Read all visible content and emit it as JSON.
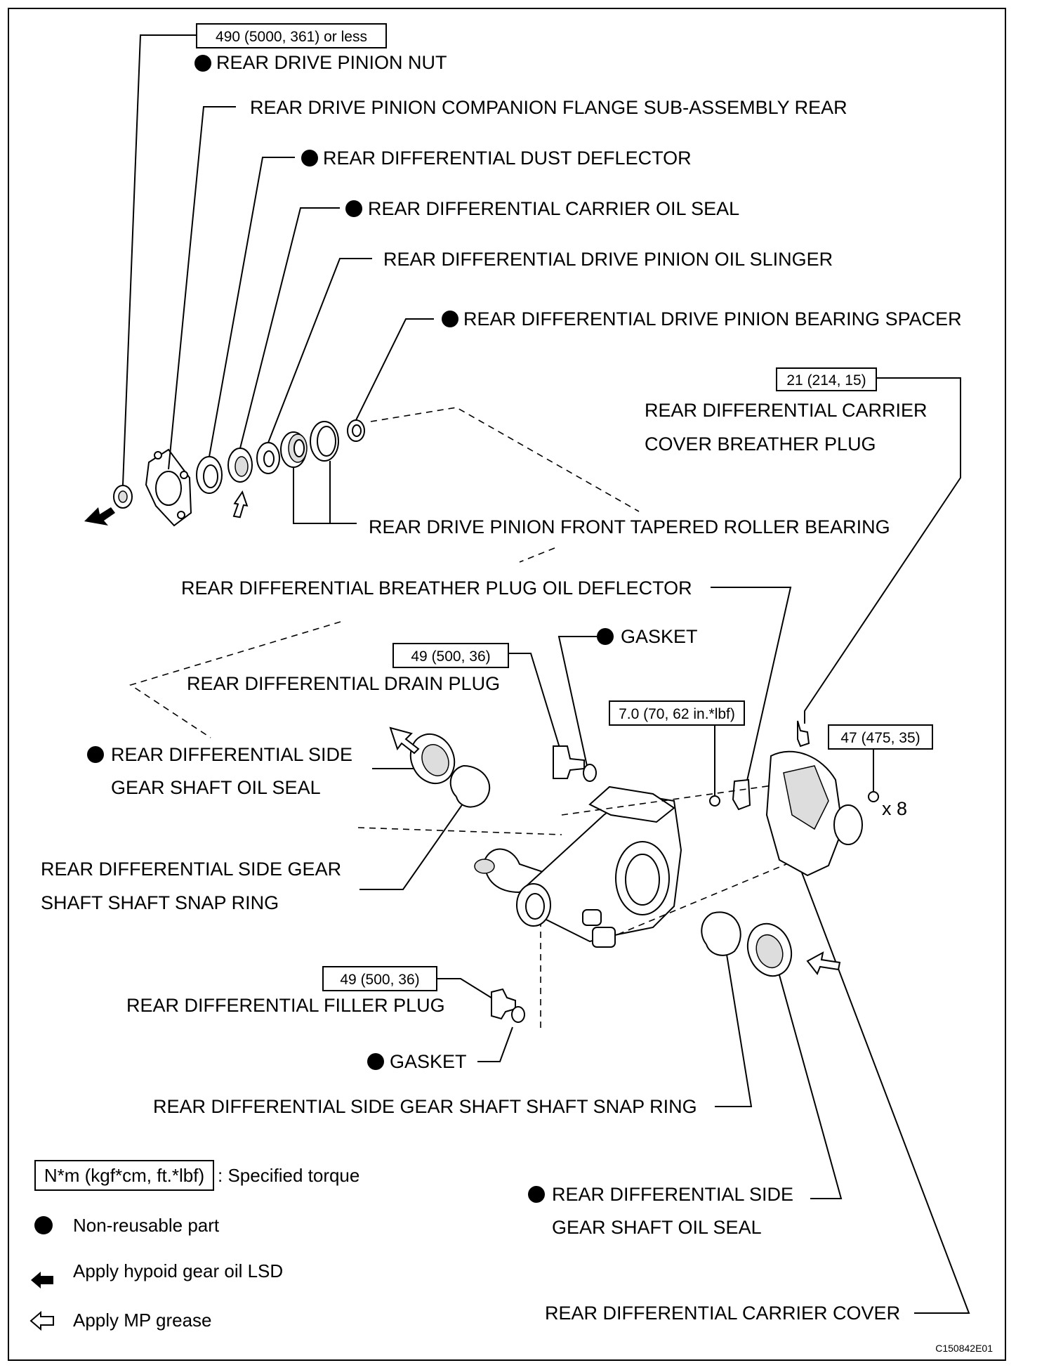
{
  "figure_code": "C150842E01",
  "torque_values": {
    "pinion_nut": "490 (5000, 361) or less",
    "breather_plug": "21 (214, 15)",
    "drain_plug": "49 (500, 36)",
    "deflector_bolt": "7.0 (70, 62 in.*lbf)",
    "cover_bolt": "47 (475, 35)",
    "filler_plug": "49 (500, 36)"
  },
  "quantity_label": "x 8",
  "labels": {
    "pinion_nut": "REAR DRIVE PINION NUT",
    "companion_flange": "REAR DRIVE PINION COMPANION FLANGE SUB-ASSEMBLY REAR",
    "dust_deflector": "REAR DIFFERENTIAL DUST DEFLECTOR",
    "carrier_oil_seal": "REAR DIFFERENTIAL CARRIER OIL SEAL",
    "oil_slinger": "REAR DIFFERENTIAL DRIVE PINION OIL SLINGER",
    "bearing_spacer": "REAR DIFFERENTIAL DRIVE PINION BEARING SPACER",
    "breather_plug_line1": "REAR DIFFERENTIAL CARRIER",
    "breather_plug_line2": "COVER BREATHER PLUG",
    "front_bearing": "REAR DRIVE PINION FRONT TAPERED ROLLER BEARING",
    "breather_deflector": "REAR DIFFERENTIAL BREATHER PLUG OIL DEFLECTOR",
    "gasket_upper": "GASKET",
    "drain_plug": "REAR DIFFERENTIAL DRAIN PLUG",
    "left_side_seal_line1": "REAR DIFFERENTIAL SIDE",
    "left_side_seal_line2": "GEAR SHAFT OIL SEAL",
    "left_snap_ring_line1": "REAR DIFFERENTIAL SIDE GEAR",
    "left_snap_ring_line2": "SHAFT SHAFT SNAP RING",
    "filler_plug": "REAR DIFFERENTIAL FILLER PLUG",
    "gasket_lower": "GASKET",
    "right_snap_ring": "REAR DIFFERENTIAL SIDE GEAR SHAFT SHAFT SNAP RING",
    "right_side_seal_line1": "REAR DIFFERENTIAL SIDE",
    "right_side_seal_line2": "GEAR SHAFT OIL SEAL",
    "carrier_cover": "REAR DIFFERENTIAL CARRIER COVER"
  },
  "legend": {
    "torque_box": "N*m (kgf*cm, ft.*lbf)",
    "torque_desc": ": Specified torque",
    "non_reusable": "Non-reusable part",
    "hypoid_oil": "Apply hypoid gear oil LSD",
    "mp_grease": "Apply MP grease"
  }
}
